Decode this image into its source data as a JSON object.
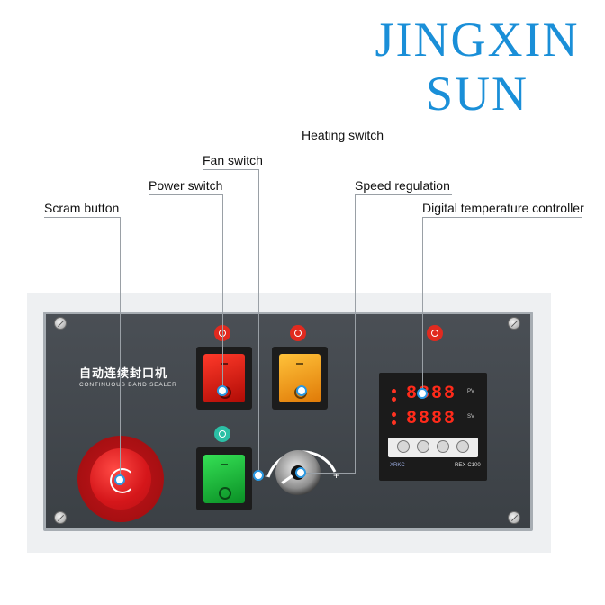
{
  "brand": {
    "line1": "JINGXIN",
    "line2": "SUN"
  },
  "callouts": {
    "heating_switch": "Heating switch",
    "fan_switch": "Fan switch",
    "power_switch": "Power switch",
    "speed_regulation": "Speed regulation",
    "scram_button": "Scram button",
    "temperature_controller": "Digital temperature controller"
  },
  "panel": {
    "title": "自动连续封口机",
    "subtitle": "CONTINUOUS BAND SEALER",
    "knob_minus": "-",
    "knob_plus": "+"
  },
  "controller": {
    "pv_digits": "8888",
    "sv_digits": "8888",
    "pv_tag": "PV",
    "sv_tag": "SV",
    "brand": "XRKC",
    "model": "REX-C100"
  },
  "colors": {
    "brand": "#1a8fd8",
    "leader": "#9aa0a6",
    "marker": "#2a98e2",
    "power_rocker": "#e0201a",
    "heating_rocker": "#f2a214",
    "fan_rocker": "#19c23a",
    "digits": "#ff2a1a"
  }
}
